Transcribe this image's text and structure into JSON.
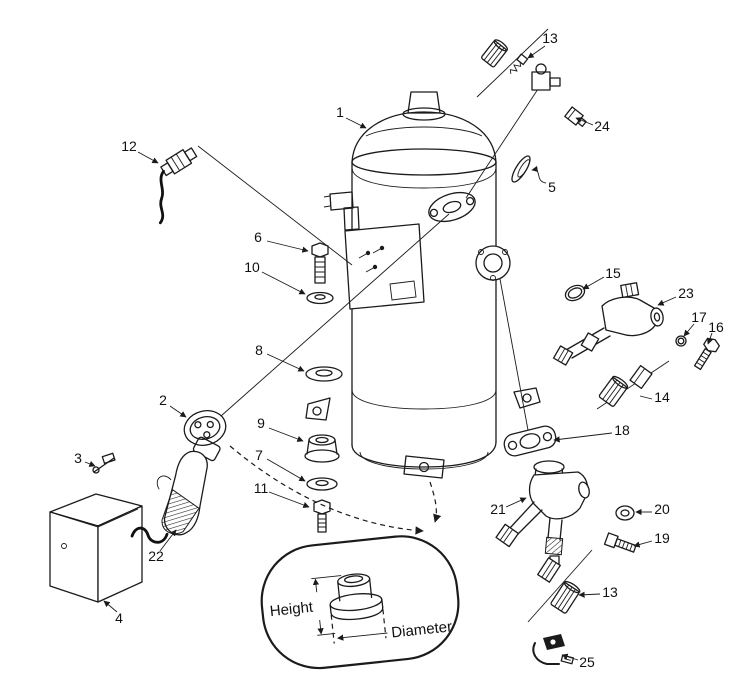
{
  "page": {
    "background": "#ffffff",
    "ink": "#1b1b1b"
  },
  "diagram": {
    "type": "exploded-parts-diagram",
    "subject": "Scroll compressor assembly exploded view with numbered parts",
    "callouts": {
      "c1": "1",
      "c2": "2",
      "c3": "3",
      "c4": "4",
      "c5": "5",
      "c6": "6",
      "c7": "7",
      "c8": "8",
      "c9": "9",
      "c10": "10",
      "c11": "11",
      "c12": "12",
      "c13_top": "13",
      "c13_bottom": "13",
      "c14": "14",
      "c15": "15",
      "c16": "16",
      "c17": "17",
      "c18": "18",
      "c19": "19",
      "c20": "20",
      "c21": "21",
      "c22": "22",
      "c23": "23",
      "c24": "24",
      "c25": "25"
    },
    "inset": {
      "height_label": "Height",
      "diameter_label": "Diameter"
    }
  }
}
